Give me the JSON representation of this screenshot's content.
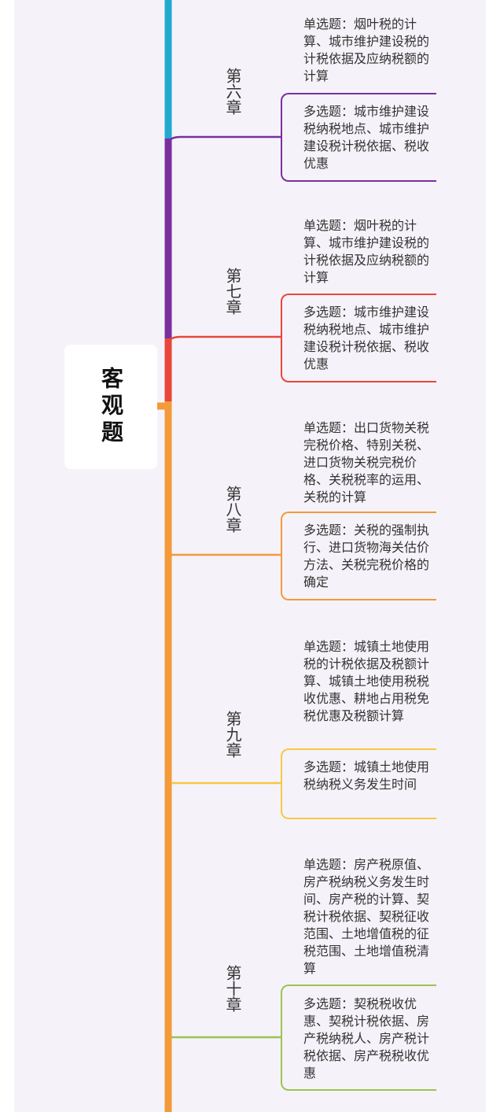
{
  "root": {
    "label": "客观题"
  },
  "colors": {
    "chapter6": "#7b2f9e",
    "chapter7": "#e8473a",
    "chapter8": "#f39a39",
    "chapter9": "#f7c843",
    "chapter10": "#9bc353",
    "top_line": "#21a9cf"
  },
  "chapters": [
    {
      "title": "第六章",
      "single": "单选题：烟叶税的计算、城市维护建设税的计税依据及应纳税额的计算",
      "multi": "多选题：城市维护建设税纳税地点、城市维护建设税计税依据、税收优惠"
    },
    {
      "title": "第七章",
      "single": "单选题：烟叶税的计算、城市维护建设税的计税依据及应纳税额的计算",
      "multi": "多选题：城市维护建设税纳税地点、城市维护建设税计税依据、税收优惠"
    },
    {
      "title": "第八章",
      "single": "单选题：出口货物关税完税价格、特别关税、进口货物关税完税价格、关税税率的运用、关税的计算",
      "multi": "多选题：关税的强制执行、进口货物海关估价方法、关税完税价格的确定"
    },
    {
      "title": "第九章",
      "single": "单选题：城镇土地使用税的计税依据及税额计算、城镇土地使用税税收优惠、耕地占用税免税优惠及税额计算",
      "multi": "多选题：城镇土地使用税纳税义务发生时间"
    },
    {
      "title": "第十章",
      "single": "单选题：房产税原值、房产税纳税义务发生时间、房产税的计算、契税计税依据、契税征收范围、土地增值税的征税范围、土地增值税清算",
      "multi": "多选题：契税税收优惠、契税计税依据、房产税纳税人、房产税计税依据、房产税税收优惠"
    }
  ]
}
